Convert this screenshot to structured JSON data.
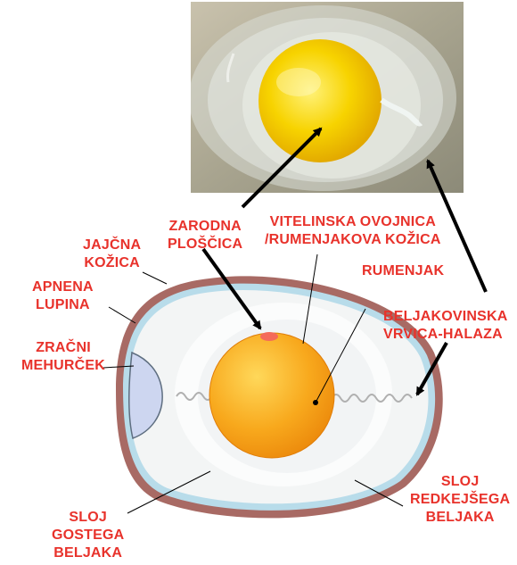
{
  "labels": {
    "zarodna": [
      "ZARODNA",
      "PLOŠČICA"
    ],
    "vitelinska": [
      "VITELINSKA OVOJNICA",
      "/RUMENJAKOVA KOŽICA"
    ],
    "jajcna": [
      "JAJČNA",
      "KOŽICA"
    ],
    "rumenjak": [
      "RUMENJAK"
    ],
    "apnena": [
      "APNENA",
      "LUPINA"
    ],
    "beljakovinska": [
      "BELJAKOVINSKA",
      "VRVICA-HALAZA"
    ],
    "zracni": [
      "ZRAČNI",
      "MEHURČEK"
    ],
    "redkejsega": [
      "SLOJ",
      "REDKEJŠEGA",
      "BELJAKA"
    ],
    "gostega": [
      "SLOJ",
      "GOSTEGA",
      "BELJAKA"
    ]
  },
  "colors": {
    "label": "#e8322b",
    "shell": "#a86a64",
    "yolk": "#f6a21c",
    "albumen": "#f3f5f5",
    "air_cell": "#cdd6f0"
  }
}
